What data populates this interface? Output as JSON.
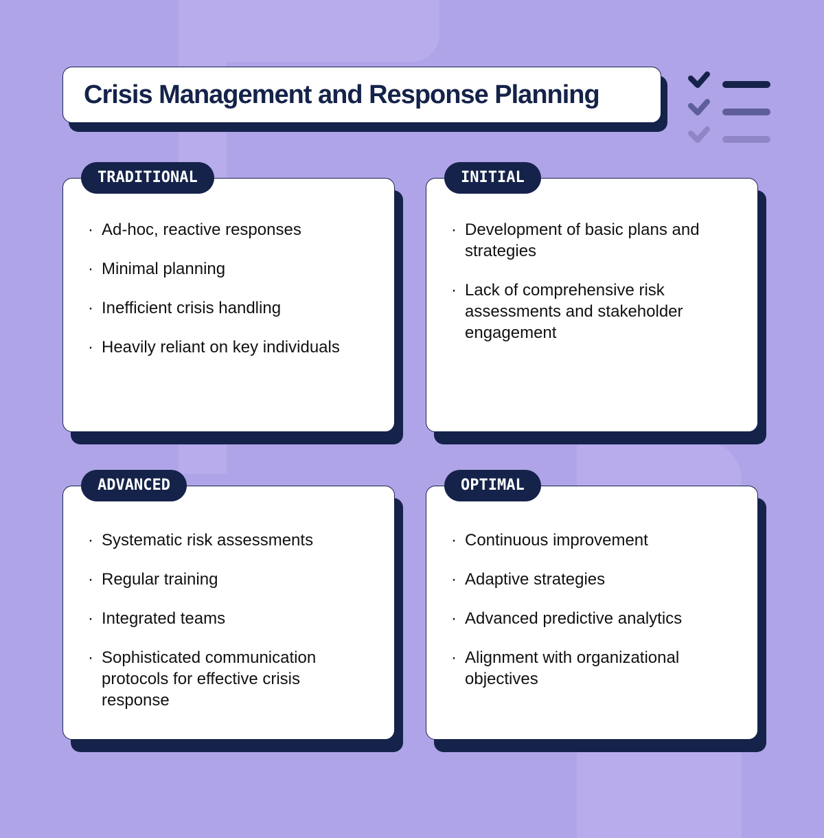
{
  "title": "Crisis Management and Response Planning",
  "colors": {
    "background": "#b0a4e8",
    "navy": "#15234a",
    "card": "#ffffff"
  },
  "decoration_icon": "checklist-icon",
  "cards": [
    {
      "label": "TRADITIONAL",
      "items": [
        "Ad-hoc, reactive responses",
        "Minimal planning",
        "Inefficient crisis handling",
        "Heavily reliant on key individuals"
      ]
    },
    {
      "label": "INITIAL",
      "items": [
        "Development of basic plans and strategies",
        "Lack of comprehensive risk assessments and stakeholder engagement"
      ]
    },
    {
      "label": "ADVANCED",
      "items": [
        "Systematic risk assessments",
        "Regular training",
        "Integrated teams",
        "Sophisticated communication protocols for effective crisis response"
      ]
    },
    {
      "label": "OPTIMAL",
      "items": [
        "Continuous improvement",
        "Adaptive strategies",
        "Advanced predictive analytics",
        "Alignment with organizational objectives"
      ]
    }
  ]
}
